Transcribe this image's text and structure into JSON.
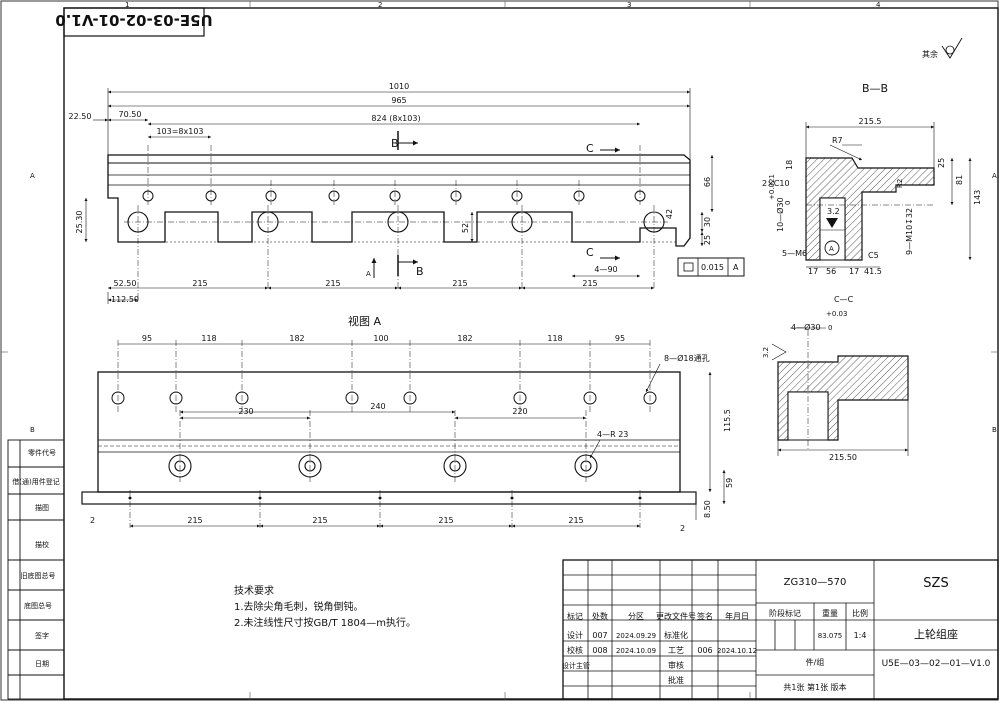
{
  "drawing_code_mirrored": "U5E-03-02-01-V1.0",
  "zone_numbers": [
    "1",
    "2",
    "3",
    "4"
  ],
  "zone_letters": [
    "A",
    "B"
  ],
  "roughness_note": "其余",
  "views": {
    "section_bb": "B—B",
    "view_a": "视图 A",
    "section_cc": "C—C"
  },
  "cut_marks": {
    "b": "B",
    "c": "C",
    "a": "A"
  },
  "top_view_dims": {
    "overall": "1010",
    "inner": "965",
    "pitch_total": "824 (8x103)",
    "pitch_small": "103=8x103",
    "left_offset": "70.50",
    "left_margin": "22.50",
    "side_height": "25.30",
    "bottom_left": "52.50",
    "bottom_left2": "112.50",
    "spacing_1": "215",
    "spacing_2": "215",
    "spacing_3": "215",
    "spacing_4": "215",
    "height_right": "66",
    "slot_height": "52",
    "h30": "30",
    "h42": "42",
    "r25": "25",
    "width_4_90": "4—90"
  },
  "section_bb_dims": {
    "width": "215.5",
    "radius": "R7",
    "chamfer": "2×C10",
    "dia30": "10—Ø30",
    "tol_plus": "+0.021",
    "tol_zero": "0",
    "h32": "3.2",
    "thread_m6": "5—M6",
    "thread_m10": "9—M10↧32",
    "r2": "R2",
    "c5": "C5",
    "d17a": "17",
    "d56": "56",
    "d17b": "17",
    "d41": "41.5",
    "d18": "18",
    "d25": "25",
    "d81": "81",
    "d143": "143",
    "datum": "A"
  },
  "tolerance_frame": {
    "value": "0.015",
    "datum": "A"
  },
  "view_a_dims": {
    "top_spacings": [
      "95",
      "118",
      "182",
      "100",
      "182",
      "118",
      "95"
    ],
    "holes": "8—Ø18通孔",
    "d230": "230",
    "d240": "240",
    "d220": "220",
    "r23": "4—R 23",
    "h115": "115.5",
    "h59": "59",
    "h8": "8.50",
    "d2a": "2",
    "d2b": "2",
    "bottom_spacings": [
      "215",
      "215",
      "215",
      "215"
    ]
  },
  "section_cc_dims": {
    "dia": "4—Ø30",
    "tol": "+0.03",
    "tol0": "0",
    "r": "3.2",
    "width": "215.50"
  },
  "tech_requirements": {
    "title": "技术要求",
    "line1": "1.去除尖角毛刺，锐角倒钝。",
    "line2": "2.未注线性尺寸按GB/T 1804—m执行。"
  },
  "left_column": [
    "零件代号",
    "借(通)用件登记",
    "描图",
    "描校",
    "旧底图总号",
    "底图总号",
    "签字",
    "日期"
  ],
  "title_block": {
    "material": "ZG310—570",
    "company": "SZS",
    "part_name": "上轮组座",
    "drawing_code": "U5E—03—02—01—V1.0",
    "weight": "83.075",
    "scale": "1:4",
    "stage_label": "阶段标记",
    "weight_label": "重量",
    "scale_label": "比例",
    "unit_label": "件/组",
    "sheets": "共1张  第1张  版本",
    "header": [
      "标记",
      "处数",
      "分区",
      "更改文件号",
      "签名",
      "年月日"
    ],
    "rows": [
      [
        "设计",
        "007",
        "2024.09.29",
        "标准化",
        "",
        ""
      ],
      [
        "校核",
        "008",
        "2024.10.09",
        "工艺",
        "006",
        "2024.10.12"
      ],
      [
        "设计主管",
        "",
        "",
        "审核",
        "",
        ""
      ],
      [
        "",
        "",
        "",
        "批准",
        "",
        ""
      ]
    ]
  }
}
